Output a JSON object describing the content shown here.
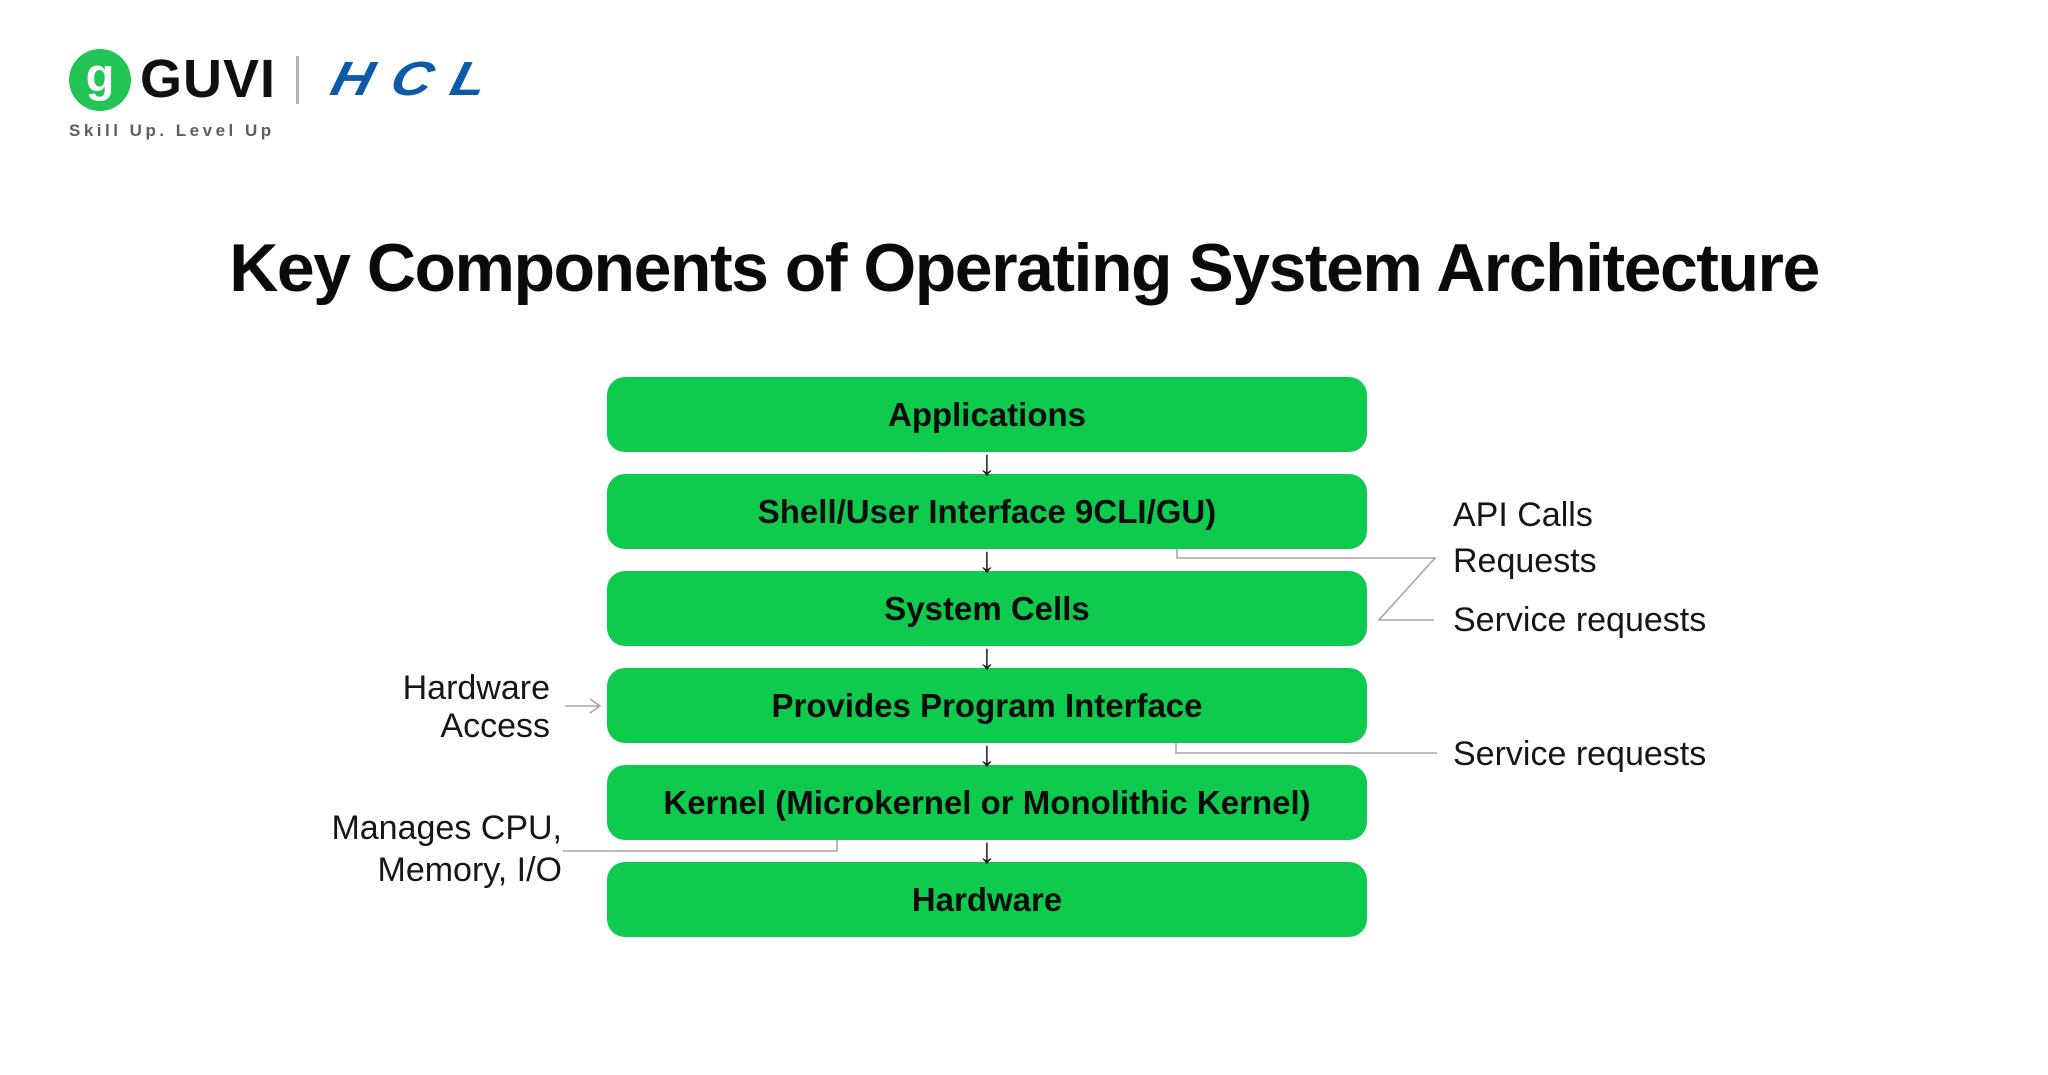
{
  "header": {
    "logo": {
      "glyph": "g",
      "guvi_text": "GUVI",
      "partner_text": "HCL",
      "tagline": "Skill Up. Level Up"
    }
  },
  "title": "Key Components of Operating System Architecture",
  "diagram": {
    "boxes": [
      {
        "label": "Applications"
      },
      {
        "label": "Shell/User Interface 9CLI/GU)"
      },
      {
        "label": "System Cells"
      },
      {
        "label": "Provides Program Interface"
      },
      {
        "label": "Kernel (Microkernel or Monolithic Kernel)"
      },
      {
        "label": "Hardware"
      }
    ],
    "icons": {
      "down_arrow": "↓"
    },
    "annotations": {
      "api_calls": {
        "line1": "API Calls",
        "line2": "Requests"
      },
      "service_requests_upper": "Service requests",
      "service_requests_lower": "Service requests",
      "hardware_access": {
        "line1": "Hardware",
        "line2": "Access"
      },
      "manages": {
        "line1": "Manages CPU,",
        "line2": "Memory, I/O"
      }
    }
  },
  "colors": {
    "box_green": "#0ecb4d",
    "logo_green": "#22c553",
    "hcl_blue": "#0d5ba8",
    "connector_gray": "#a6a6a6",
    "text_dark": "#0c0c0c",
    "tagline_gray": "#5e5e5e"
  }
}
